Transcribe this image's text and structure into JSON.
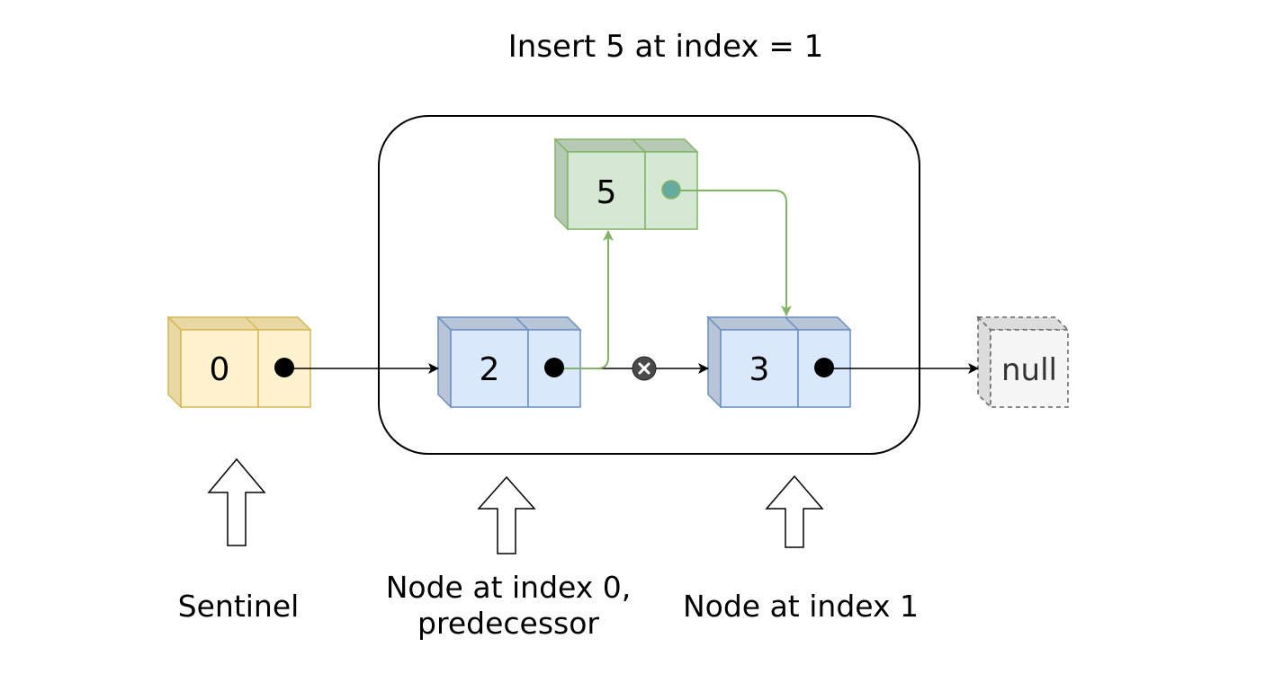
{
  "title": "Insert 5 at index = 1",
  "nodes": {
    "sentinel": {
      "value": "0"
    },
    "pred": {
      "value": "2"
    },
    "new": {
      "value": "5"
    },
    "succ": {
      "value": "3"
    },
    "null": {
      "value": "null"
    }
  },
  "labels": {
    "sentinel": "Sentinel",
    "pred_line1": "Node at index 0,",
    "pred_line2": "predecessor",
    "succ": "Node at index 1"
  },
  "colors": {
    "sentinel_fill": "#fff2cc",
    "sentinel_side": "#e8d9a4",
    "sentinel_stroke": "#d6b656",
    "node_fill": "#dae8fc",
    "node_side": "#b8c4d8",
    "node_stroke": "#6c8ebf",
    "new_fill": "#d5e8d4",
    "new_side": "#b5c9b4",
    "new_stroke": "#82b366",
    "new_dot": "#67ab9f",
    "null_fill": "#f5f5f5",
    "null_side": "#dcdcdc",
    "null_stroke": "#666666",
    "green_link": "#82b366"
  }
}
